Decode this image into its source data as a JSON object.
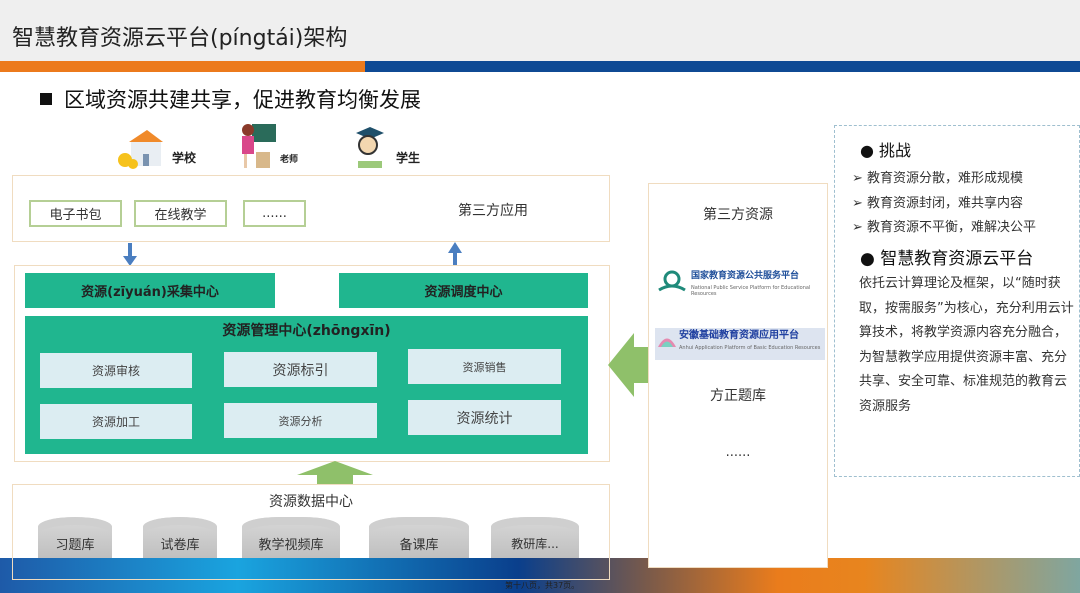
{
  "header": {
    "title": "智慧教育资源云平台(píngtái)架构"
  },
  "subtitle": "区域资源共建共享，促进教育均衡发展",
  "users": [
    {
      "label": "学校",
      "icon": "school-icon"
    },
    {
      "label": "老师",
      "icon": "teacher-icon"
    },
    {
      "label": "学生",
      "icon": "student-icon"
    }
  ],
  "apps": {
    "items": [
      "电子书包",
      "在线教学",
      "......"
    ],
    "label": "第三方应用"
  },
  "core": {
    "collect": "资源(zīyuán)采集中心",
    "dispatch": "资源调度中心",
    "manage_title": "资源管理中心(zhōngxīn)",
    "cells": [
      "资源审核",
      "资源标引",
      "资源销售",
      "资源加工",
      "资源分析",
      "资源统计"
    ]
  },
  "data_center": {
    "title": "资源数据中心",
    "dbs": [
      "习题库",
      "试卷库",
      "教学视频库",
      "备课库",
      "教研库..."
    ]
  },
  "third_party": {
    "title": "第三方资源",
    "logo1": "国家教育资源公共服务平台",
    "logo1_en": "National Public Service Platform for Educational Resources",
    "logo2": "安徽基础教育资源应用平台",
    "logo2_en": "Anhui Application Platform of Basic Education Resources",
    "item3": "方正题库",
    "more": "......"
  },
  "side": {
    "h1": "挑战",
    "challenges": [
      "教育资源分散，难形成规模",
      "教育资源封闭，难共享内容",
      "教育资源不平衡，难解决公平"
    ],
    "h2": "智慧教育资源云平台",
    "desc": "依托云计算理论及框架，以“随时获取，按需服务”为核心，充分利用云计算技术，将教学资源内容充分融合，为智慧教学应用提供资源丰富、充分共享、安全可靠、标准规范的教育云资源服务"
  },
  "footer": {
    "page": "第十八页，共37页。"
  },
  "colors": {
    "orange": "#ec7a1c",
    "blue": "#0f4a94",
    "green": "#20b68f",
    "arrow_green": "#8fc06a"
  }
}
